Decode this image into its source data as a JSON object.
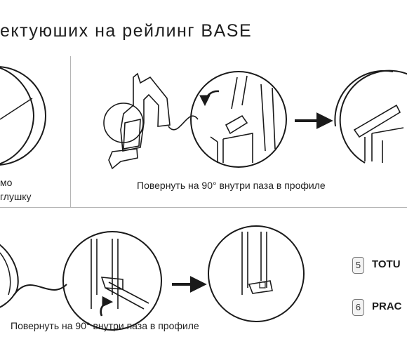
{
  "header": {
    "title": "ектуюших на рейлинг BASE"
  },
  "left_fragment": {
    "line1": "мо",
    "line2": "глушку"
  },
  "step_top": {
    "caption": "Повернуть на 90° внутри паза в профиле"
  },
  "step_bottom": {
    "caption": "Повернуть на 90° внутри паза в профиле"
  },
  "components": [
    {
      "number": "5",
      "name": "TOTU"
    },
    {
      "number": "6",
      "name": "PRAC"
    }
  ],
  "colors": {
    "line": "#1a1a1a",
    "divider": "#b5b5b5",
    "badge_bg": "#f3f3f3"
  }
}
